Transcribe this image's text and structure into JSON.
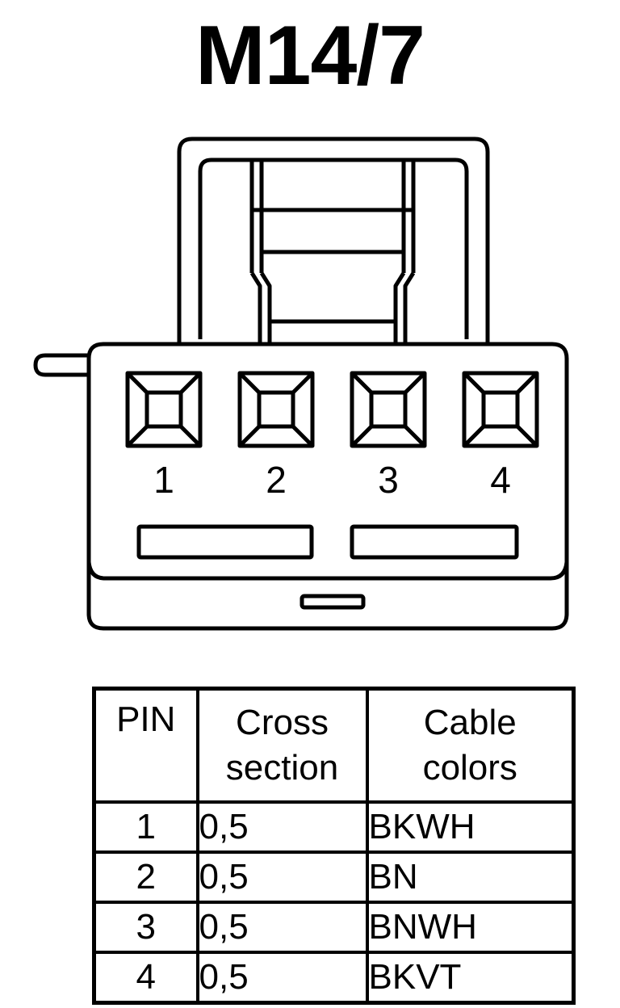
{
  "title": "M14/7",
  "connector": {
    "pin_labels": [
      "1",
      "2",
      "3",
      "4"
    ]
  },
  "table": {
    "headers": {
      "pin": "PIN",
      "cross_section": [
        "Cross",
        "section"
      ],
      "cable_colors": [
        "Cable",
        "colors"
      ]
    },
    "rows": [
      {
        "pin": "1",
        "cross_section": "0,5",
        "color": "BKWH"
      },
      {
        "pin": "2",
        "cross_section": "0,5",
        "color": "BN"
      },
      {
        "pin": "3",
        "cross_section": "0,5",
        "color": "BNWH"
      },
      {
        "pin": "4",
        "cross_section": "0,5",
        "color": "BKVT"
      }
    ]
  }
}
